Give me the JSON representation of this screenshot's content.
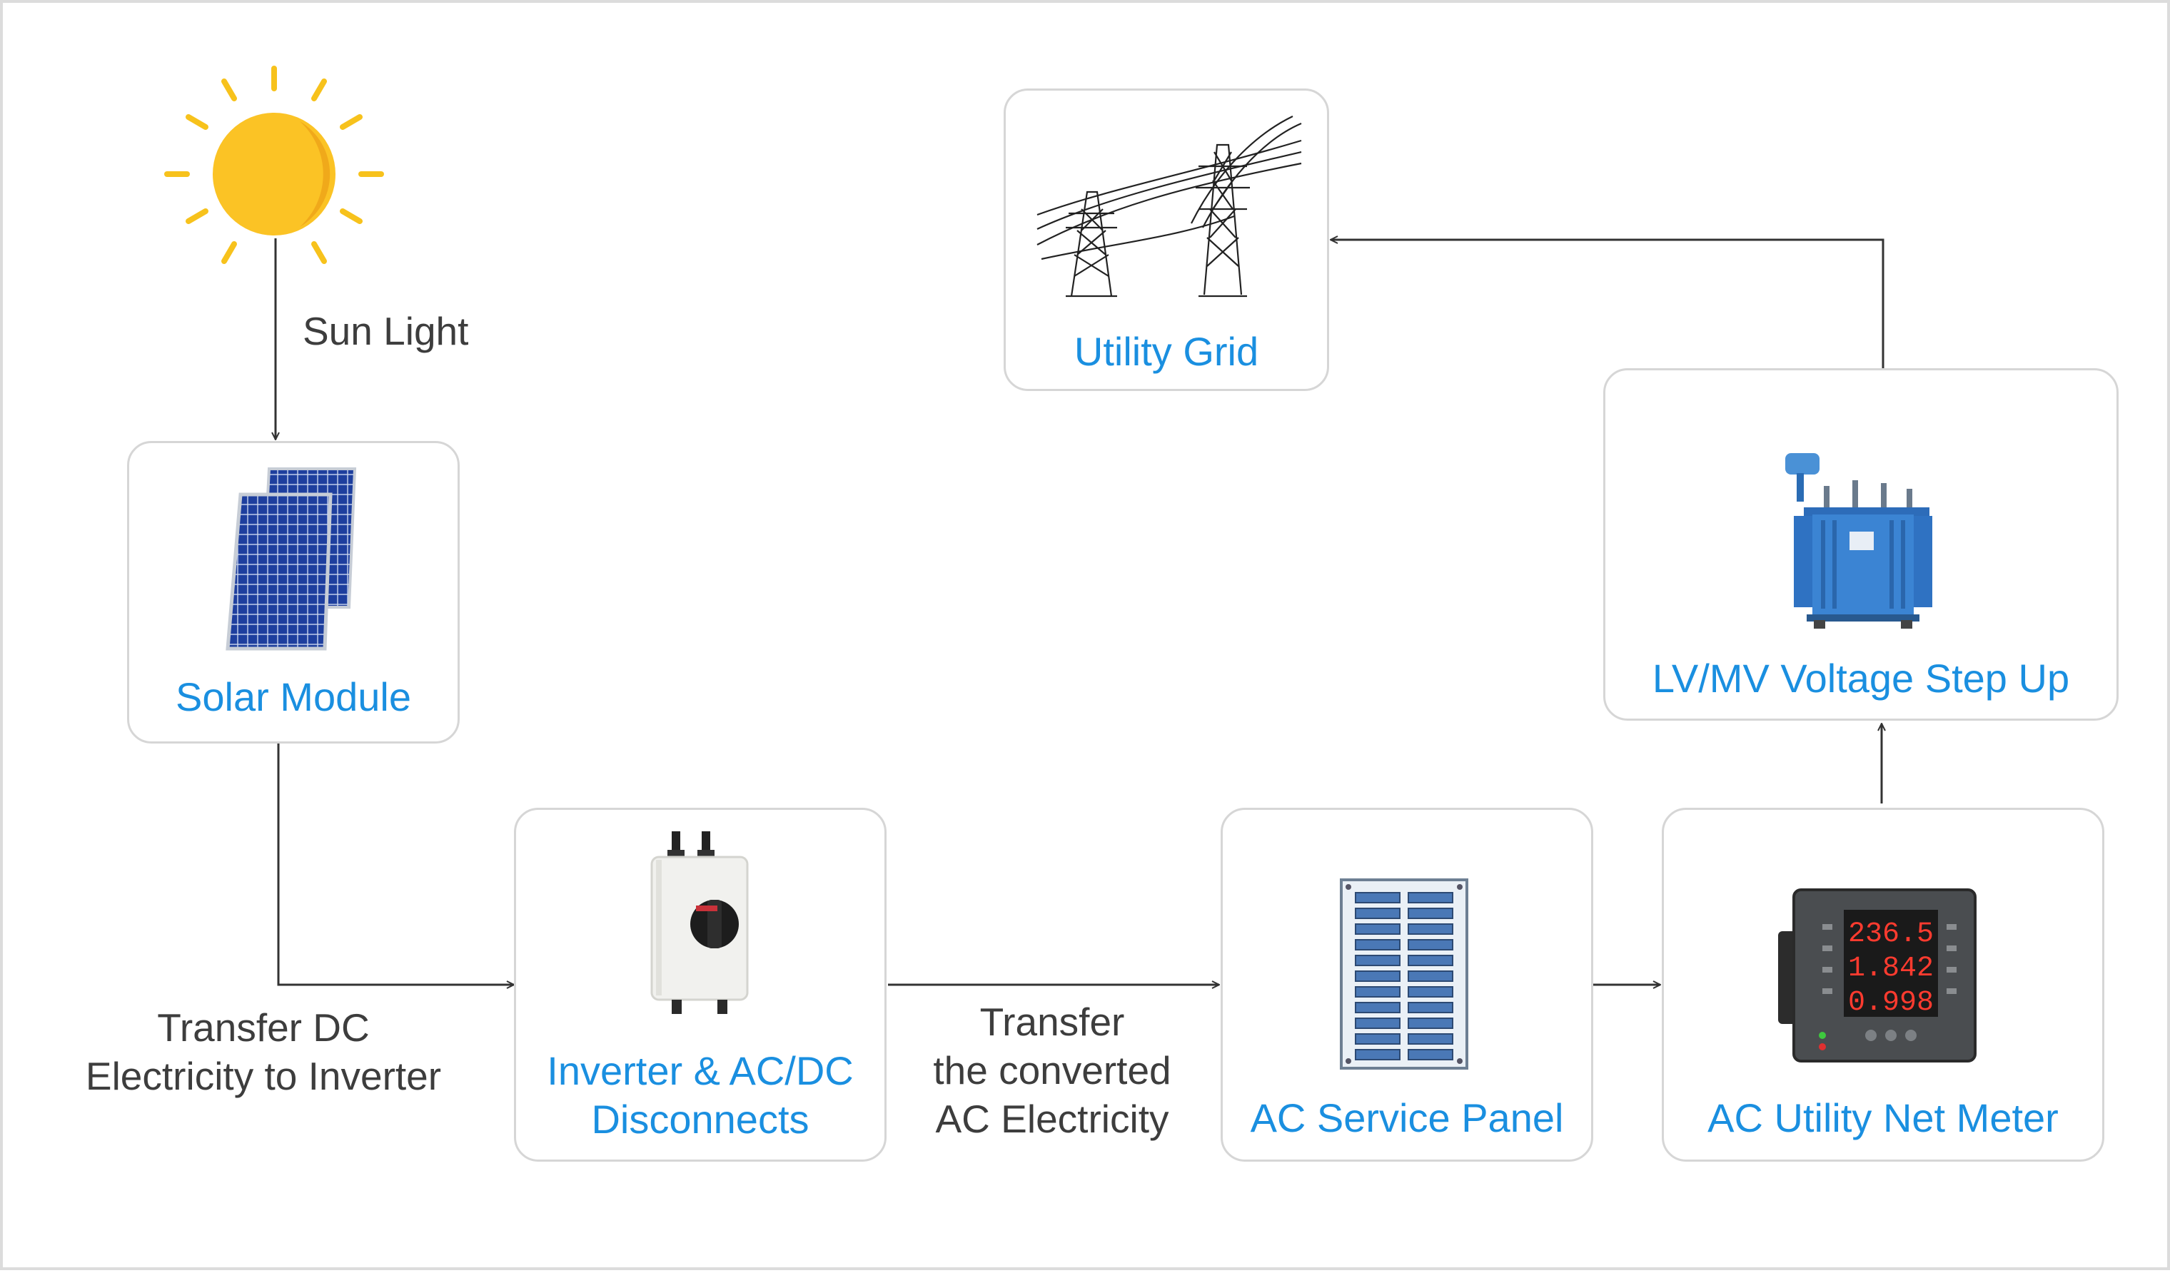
{
  "colors": {
    "label": "#1a8fe0",
    "line": "#333333",
    "border": "#d6d6d6",
    "note": "#3d3d3d"
  },
  "nodes": {
    "sun": {
      "icon": "sun-icon"
    },
    "solar_module": {
      "label": "Solar Module",
      "icon": "solar-panel-icon"
    },
    "inverter": {
      "label_line1": "Inverter & AC/DC",
      "label_line2": "Disconnects",
      "icon": "disconnect-switch-icon"
    },
    "service_panel": {
      "label": "AC Service Panel",
      "icon": "breaker-panel-icon"
    },
    "net_meter": {
      "label": "AC Utility Net Meter",
      "icon": "power-meter-icon",
      "display": [
        "236.5",
        "1.842",
        "0.998"
      ]
    },
    "step_up": {
      "label": "LV/MV Voltage Step Up",
      "icon": "transformer-icon"
    },
    "utility_grid": {
      "label": "Utility Grid",
      "icon": "transmission-tower-icon"
    }
  },
  "annotations": {
    "sun_light": "Sun Light",
    "transfer_dc_line1": "Transfer DC",
    "transfer_dc_line2": "Electricity to Inverter",
    "transfer_ac_line1": "Transfer",
    "transfer_ac_line2": "the converted",
    "transfer_ac_line3": "AC Electricity"
  },
  "edges": [
    {
      "from": "sun",
      "to": "solar_module",
      "label": "Sun Light"
    },
    {
      "from": "solar_module",
      "to": "inverter",
      "label": "Transfer DC Electricity to Inverter"
    },
    {
      "from": "inverter",
      "to": "service_panel",
      "label": "Transfer the converted AC Electricity"
    },
    {
      "from": "service_panel",
      "to": "net_meter"
    },
    {
      "from": "net_meter",
      "to": "step_up"
    },
    {
      "from": "step_up",
      "to": "utility_grid"
    }
  ]
}
